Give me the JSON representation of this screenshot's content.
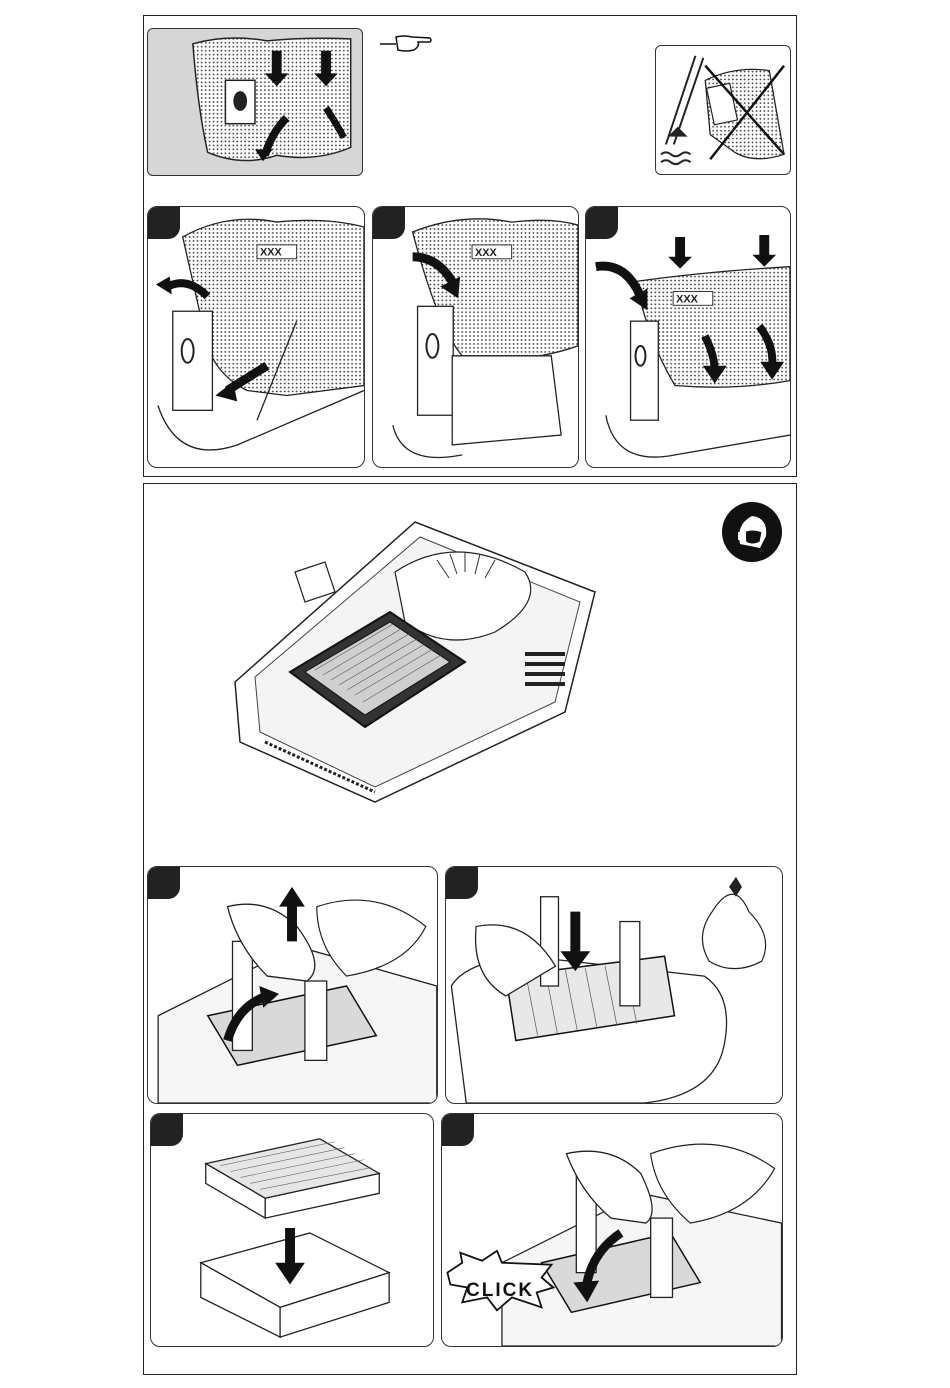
{
  "document": {
    "section_top": {
      "overview_panel": {
        "icon": "hand-pointing-icon"
      },
      "warning_panel": {
        "icon": "do-not-wash-bag-icon"
      },
      "steps": [
        {
          "label": "XXX"
        },
        {
          "label": "XXX"
        },
        {
          "label": "XXX"
        }
      ]
    },
    "section_bottom": {
      "ppe_icon": "dust-mask-icon",
      "steps": [
        {
          "id": "lift-filter"
        },
        {
          "id": "dispose-filter"
        },
        {
          "id": "insert-filter"
        },
        {
          "id": "reinstall-filter",
          "caption": "CLICK"
        }
      ]
    }
  }
}
